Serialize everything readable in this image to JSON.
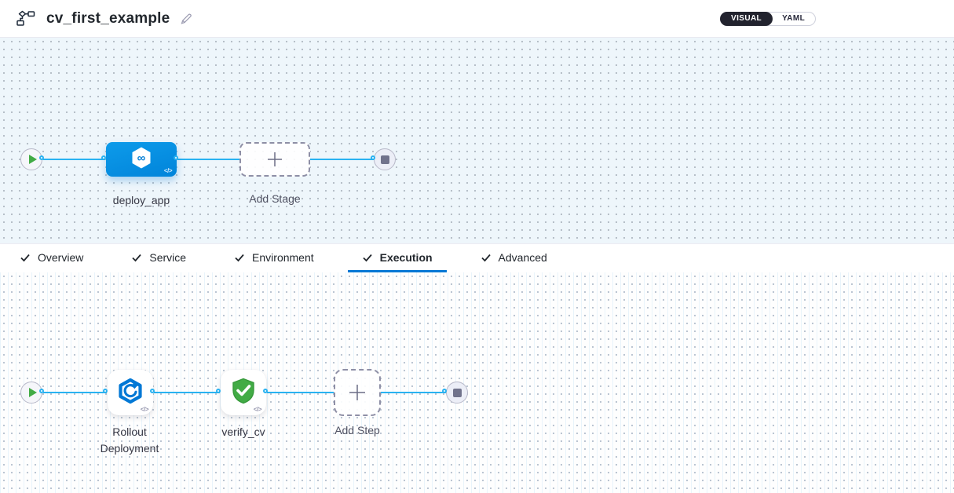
{
  "header": {
    "title": "cv_first_example",
    "mode_toggle": {
      "visual": "VISUAL",
      "yaml": "YAML"
    }
  },
  "stage_pipeline": {
    "stage_name": "deploy_app",
    "stage_icon": "cd-infinity-hexagon-icon",
    "add_stage_label": "Add Stage",
    "code_badge": "</>"
  },
  "tabs": [
    {
      "label": "Overview",
      "checked": true,
      "active": false
    },
    {
      "label": "Service",
      "checked": true,
      "active": false
    },
    {
      "label": "Environment",
      "checked": true,
      "active": false
    },
    {
      "label": "Execution",
      "checked": true,
      "active": true
    },
    {
      "label": "Advanced",
      "checked": true,
      "active": false
    }
  ],
  "execution": {
    "steps": [
      {
        "name": "Rollout Deployment",
        "icon": "rolling-deployment-icon"
      },
      {
        "name": "verify_cv",
        "icon": "shield-check-icon"
      }
    ],
    "add_step_label": "Add Step",
    "code_badge": "</>"
  },
  "colors": {
    "accent_blue": "#0278d5",
    "stage_node_blue": "#0192e3",
    "connector_blue": "#29b2f1",
    "success_green": "#42ab45",
    "canvas_top_bg": "#eef6fb",
    "toggle_dark": "#22232e"
  }
}
